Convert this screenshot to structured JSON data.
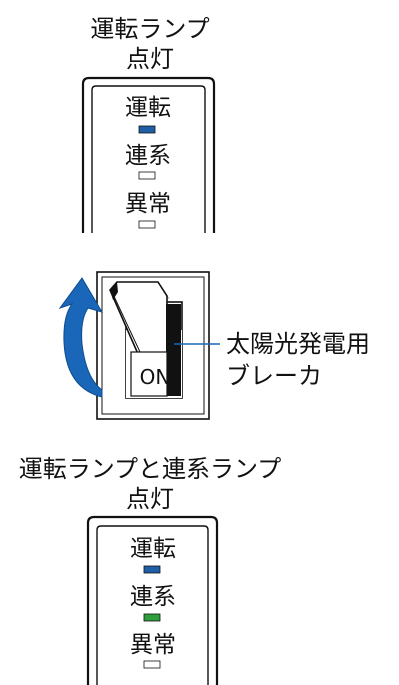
{
  "top": {
    "caption_line1": "運転ランプ",
    "caption_line2": "点灯",
    "labels": [
      "運転",
      "連系",
      "異常"
    ],
    "lamps": [
      "blue",
      "off",
      "off"
    ]
  },
  "breaker": {
    "switch_label": "ON",
    "callout_line1": "太陽光発電用",
    "callout_line2": "ブレーカ"
  },
  "bottom": {
    "caption_line1": "運転ランプと連系ランプ",
    "caption_line2": "点灯",
    "labels": [
      "運転",
      "連系",
      "異常"
    ],
    "lamps": [
      "blue",
      "green",
      "off"
    ]
  },
  "colors": {
    "lamp_blue": "#1f5fa8",
    "lamp_green": "#2e9e3e",
    "arrow_blue": "#1a66b8"
  }
}
